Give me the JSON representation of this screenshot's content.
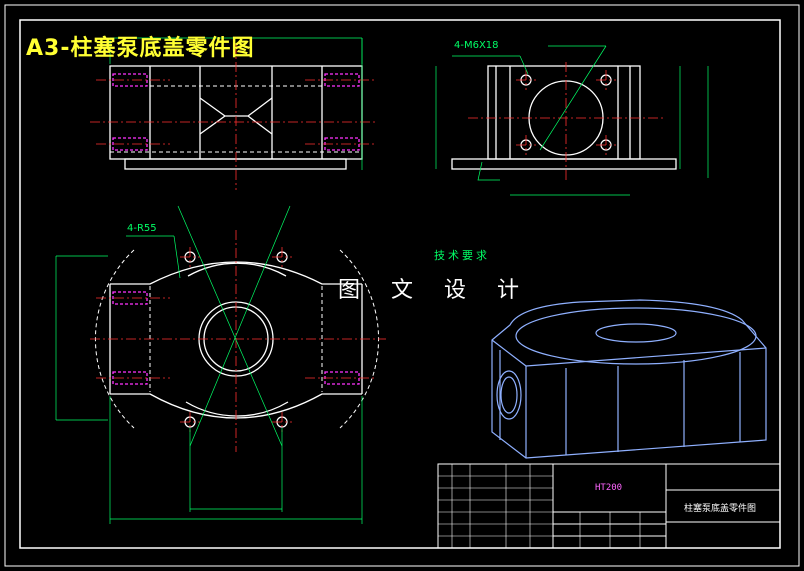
{
  "drawing": {
    "title": "A3-柱塞泵底盖零件图",
    "watermark": "图 文 设 计",
    "tech_requirements": "技术要求",
    "thread_callout": "4-M6X18",
    "radius_callout": "4-R55",
    "material": "HT200",
    "part_name": "柱塞泵底盖零件图"
  },
  "colors": {
    "background": "#000000",
    "outline": "#ffffff",
    "centerline": "#ff3030",
    "dimension": "#00ff66",
    "title": "#ffff33",
    "thread": "#ff33ff",
    "iso_view": "#8fb0ff"
  }
}
